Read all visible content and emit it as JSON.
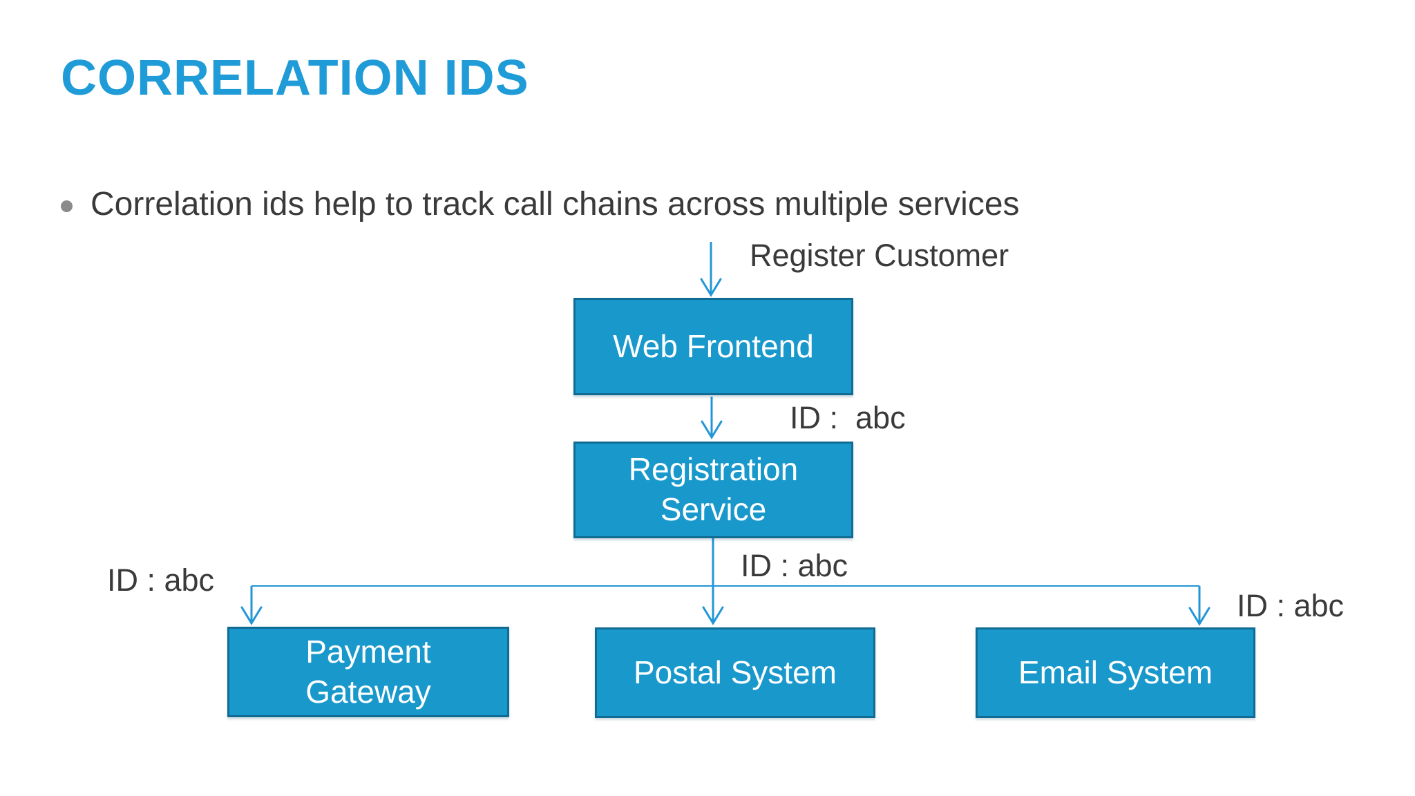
{
  "slide": {
    "title": "CORRELATION IDS",
    "bullet": "Correlation ids help to track call chains across multiple services"
  },
  "diagram": {
    "flow_label": "Register Customer",
    "nodes": [
      {
        "id": "web-frontend",
        "label": "Web Frontend"
      },
      {
        "id": "registration-service",
        "label": "Registration Service"
      },
      {
        "id": "payment-gateway",
        "label": "Payment Gateway"
      },
      {
        "id": "postal-system",
        "label": "Postal System"
      },
      {
        "id": "email-system",
        "label": "Email System"
      }
    ],
    "id_labels": {
      "after_web_frontend": "ID :  abc",
      "after_registration": "ID : abc",
      "payment": "ID : abc",
      "email": "ID : abc"
    },
    "colors": {
      "accent": "#1F9BD7",
      "node_fill": "#1998CC",
      "node_border": "#116C95",
      "connector": "#2196D6",
      "text": "#3A3A3A"
    }
  }
}
